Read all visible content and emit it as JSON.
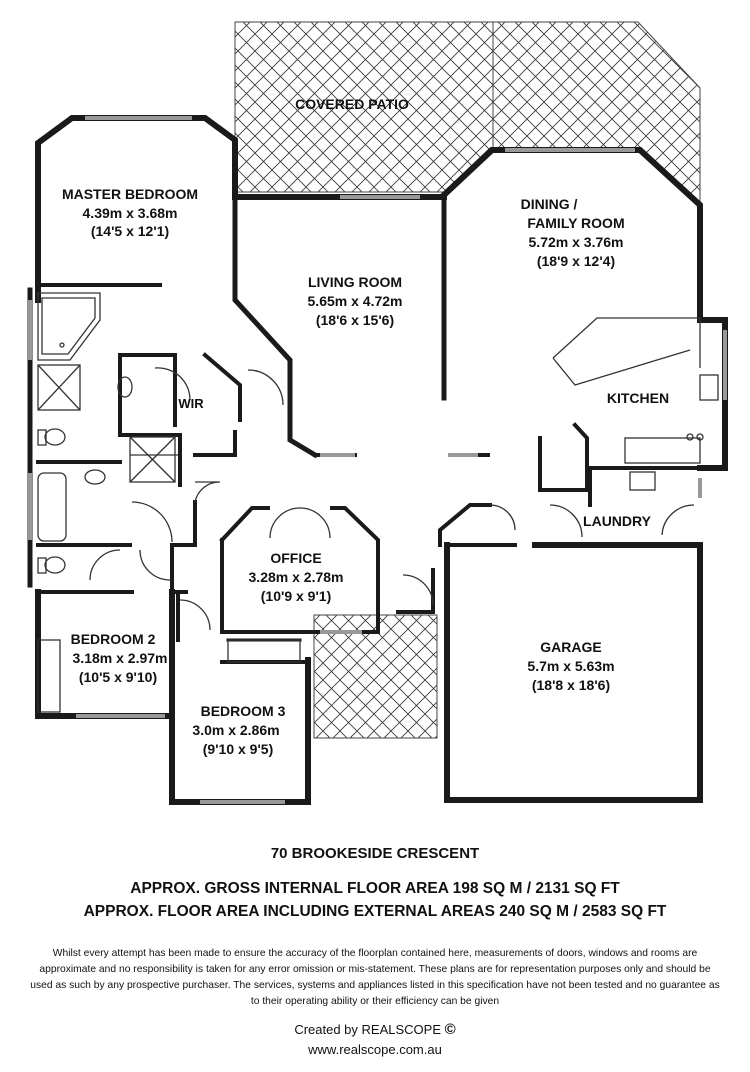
{
  "rooms": [
    {
      "id": "covered-patio",
      "name": "COVERED PATIO",
      "dims": "",
      "imperial": ""
    },
    {
      "id": "master-bedroom",
      "name": "MASTER BEDROOM",
      "dims": "4.39m x 3.68m",
      "imperial": "(14'5 x 12'1)"
    },
    {
      "id": "living-room",
      "name": "LIVING ROOM",
      "dims": "5.65m x 4.72m",
      "imperial": "(18'6 x 15'6)"
    },
    {
      "id": "dining-family-room",
      "name": "DINING /",
      "name2": "FAMILY ROOM",
      "dims": "5.72m x 3.76m",
      "imperial": "(18'9 x 12'4)"
    },
    {
      "id": "kitchen",
      "name": "KITCHEN",
      "dims": "",
      "imperial": ""
    },
    {
      "id": "wir",
      "name": "WIR",
      "dims": "",
      "imperial": ""
    },
    {
      "id": "laundry",
      "name": "LAUNDRY",
      "dims": "",
      "imperial": ""
    },
    {
      "id": "office",
      "name": "OFFICE",
      "dims": "3.28m x 2.78m",
      "imperial": "(10'9 x 9'1)"
    },
    {
      "id": "bedroom-2",
      "name": "BEDROOM 2",
      "dims": "3.18m x 2.97m",
      "imperial": "(10'5 x 9'10)"
    },
    {
      "id": "bedroom-3",
      "name": "BEDROOM 3",
      "dims": "3.0m x 2.86m",
      "imperial": "(9'10 x 9'5)"
    },
    {
      "id": "garage",
      "name": "GARAGE",
      "dims": "5.7m x 5.63m",
      "imperial": "(18'8 x 18'6)"
    }
  ],
  "address": "70 BROOKESIDE CRESCENT",
  "area_gross": "APPROX. GROSS INTERNAL FLOOR AREA 198 SQ M / 2131 SQ FT",
  "area_external": "APPROX. FLOOR AREA INCLUDING EXTERNAL AREAS 240 SQ M / 2583 SQ FT",
  "disclaimer": "Whilst every attempt has been made to ensure the accuracy of the floorplan contained here, measurements of doors, windows and rooms are approximate and no responsibility is taken for any error omission or mis-statement. These plans are for representation purposes only and should be used as such by any prospective purchaser. The services, systems and appliances listed in this specification have not been tested and no guarantee as to their operating ability or their efficiency can be given",
  "credit": "Created by REALSCOPE",
  "copyright_symbol": "©",
  "website": "www.realscope.com.au",
  "colors": {
    "wall": "#1a1a1a",
    "hatch": "#333333",
    "window": "#c8c8c8"
  }
}
